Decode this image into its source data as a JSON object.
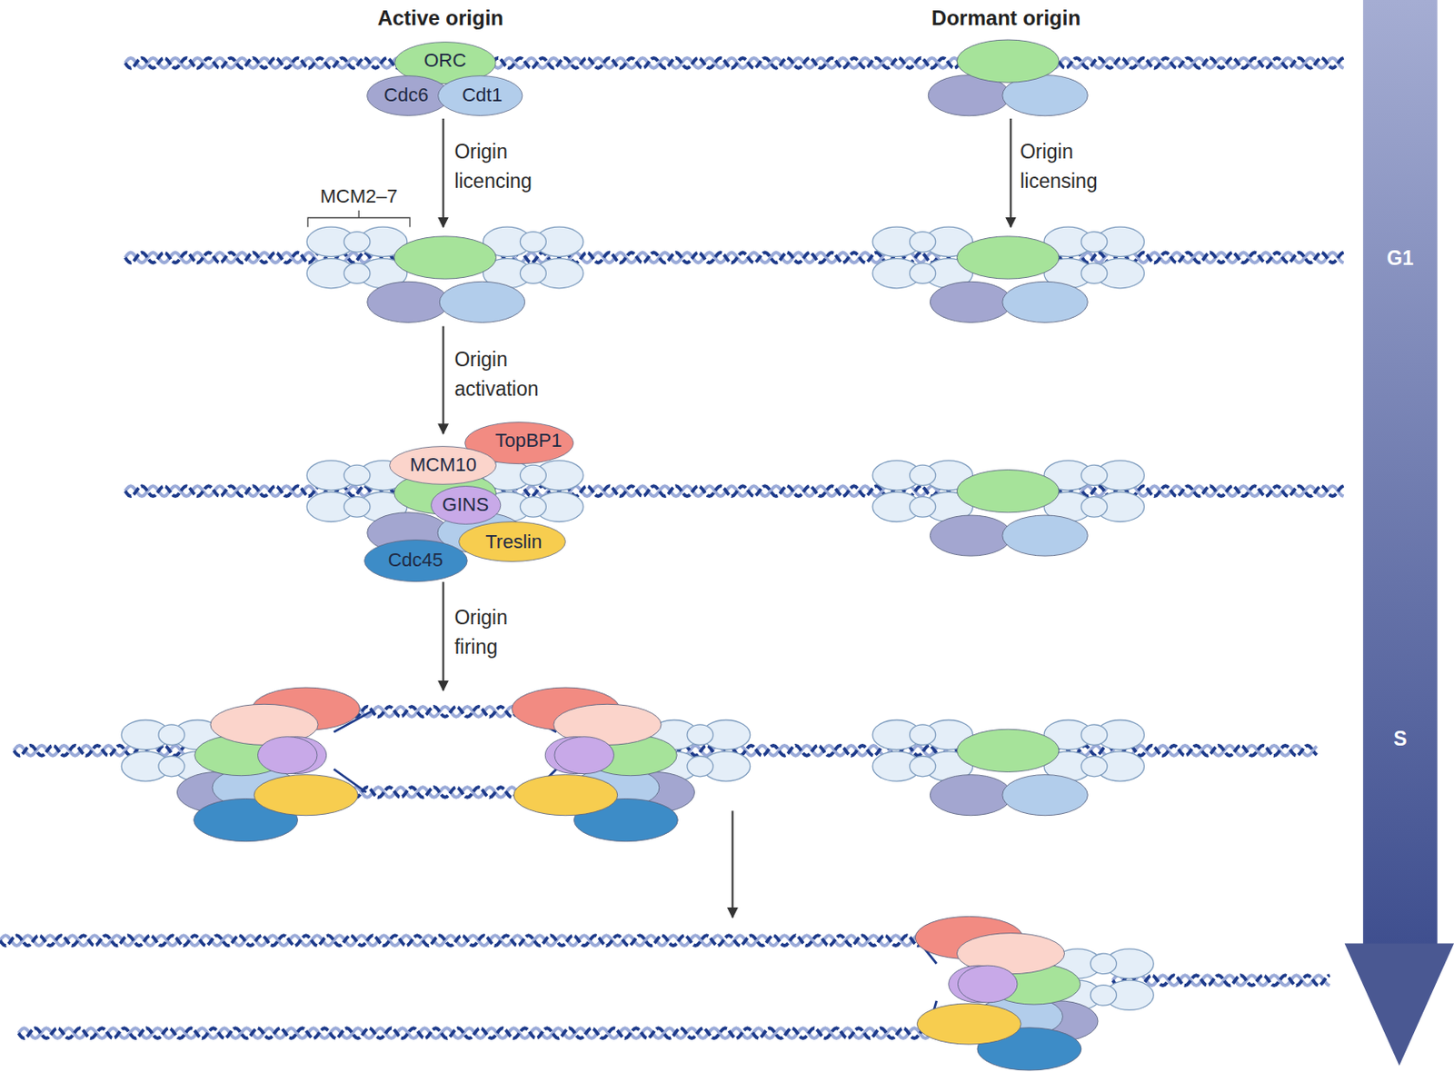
{
  "diagram": {
    "nodes": [
      {
        "text": [
          "ORC"
        ]
      },
      {
        "text": [
          "Cdc6"
        ]
      },
      {
        "text": [
          "Cdt1"
        ]
      },
      {
        "text": [
          "TopBP1"
        ]
      },
      {
        "text": [
          "MCM10"
        ]
      },
      {
        "text": [
          "GINS"
        ]
      },
      {
        "text": [
          "Treslin"
        ]
      },
      {
        "text": [
          "Cdc45"
        ]
      }
    ],
    "labels": [
      "Active origin",
      "Dormant origin",
      "MCM2–7",
      "Origin licencing",
      "Origin licensing",
      "Origin activation",
      "Origin firing",
      "G1",
      "S"
    ]
  }
}
